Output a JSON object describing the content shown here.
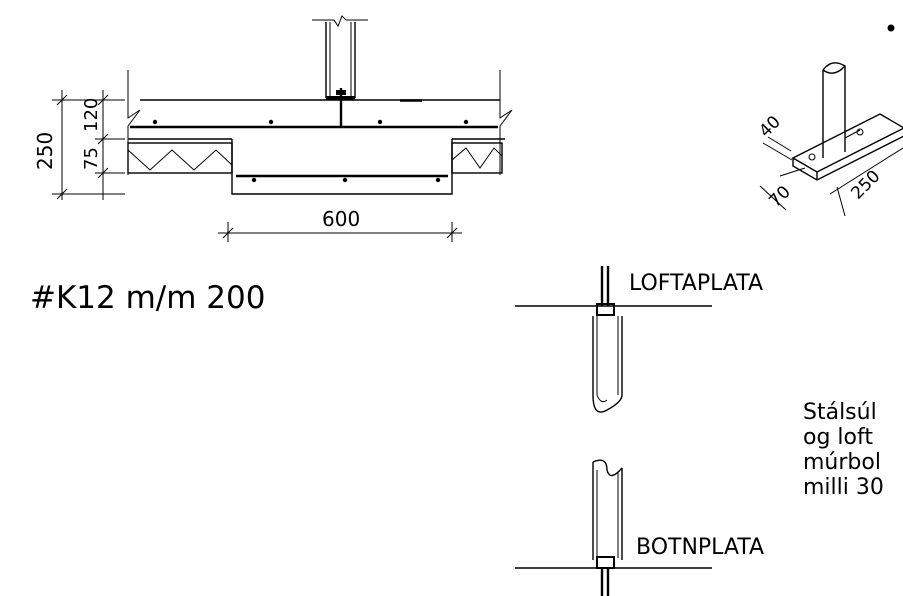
{
  "section_detail": {
    "dim_total_height": "250",
    "dim_upper_part": "120",
    "dim_lower_part": "75",
    "dim_beam_width": "600"
  },
  "reinforcement_note": "#K12 m/m 200",
  "base_plate_detail": {
    "dim_thickness": "40",
    "dim_edge": "70",
    "dim_length": "250"
  },
  "column_labels": {
    "top_plate": "LOFTAPLATA",
    "bottom_plate": "BOTNPLATA"
  },
  "note_lines": [
    "Stálsúl",
    "og loft",
    "múrbol",
    "milli 30"
  ]
}
